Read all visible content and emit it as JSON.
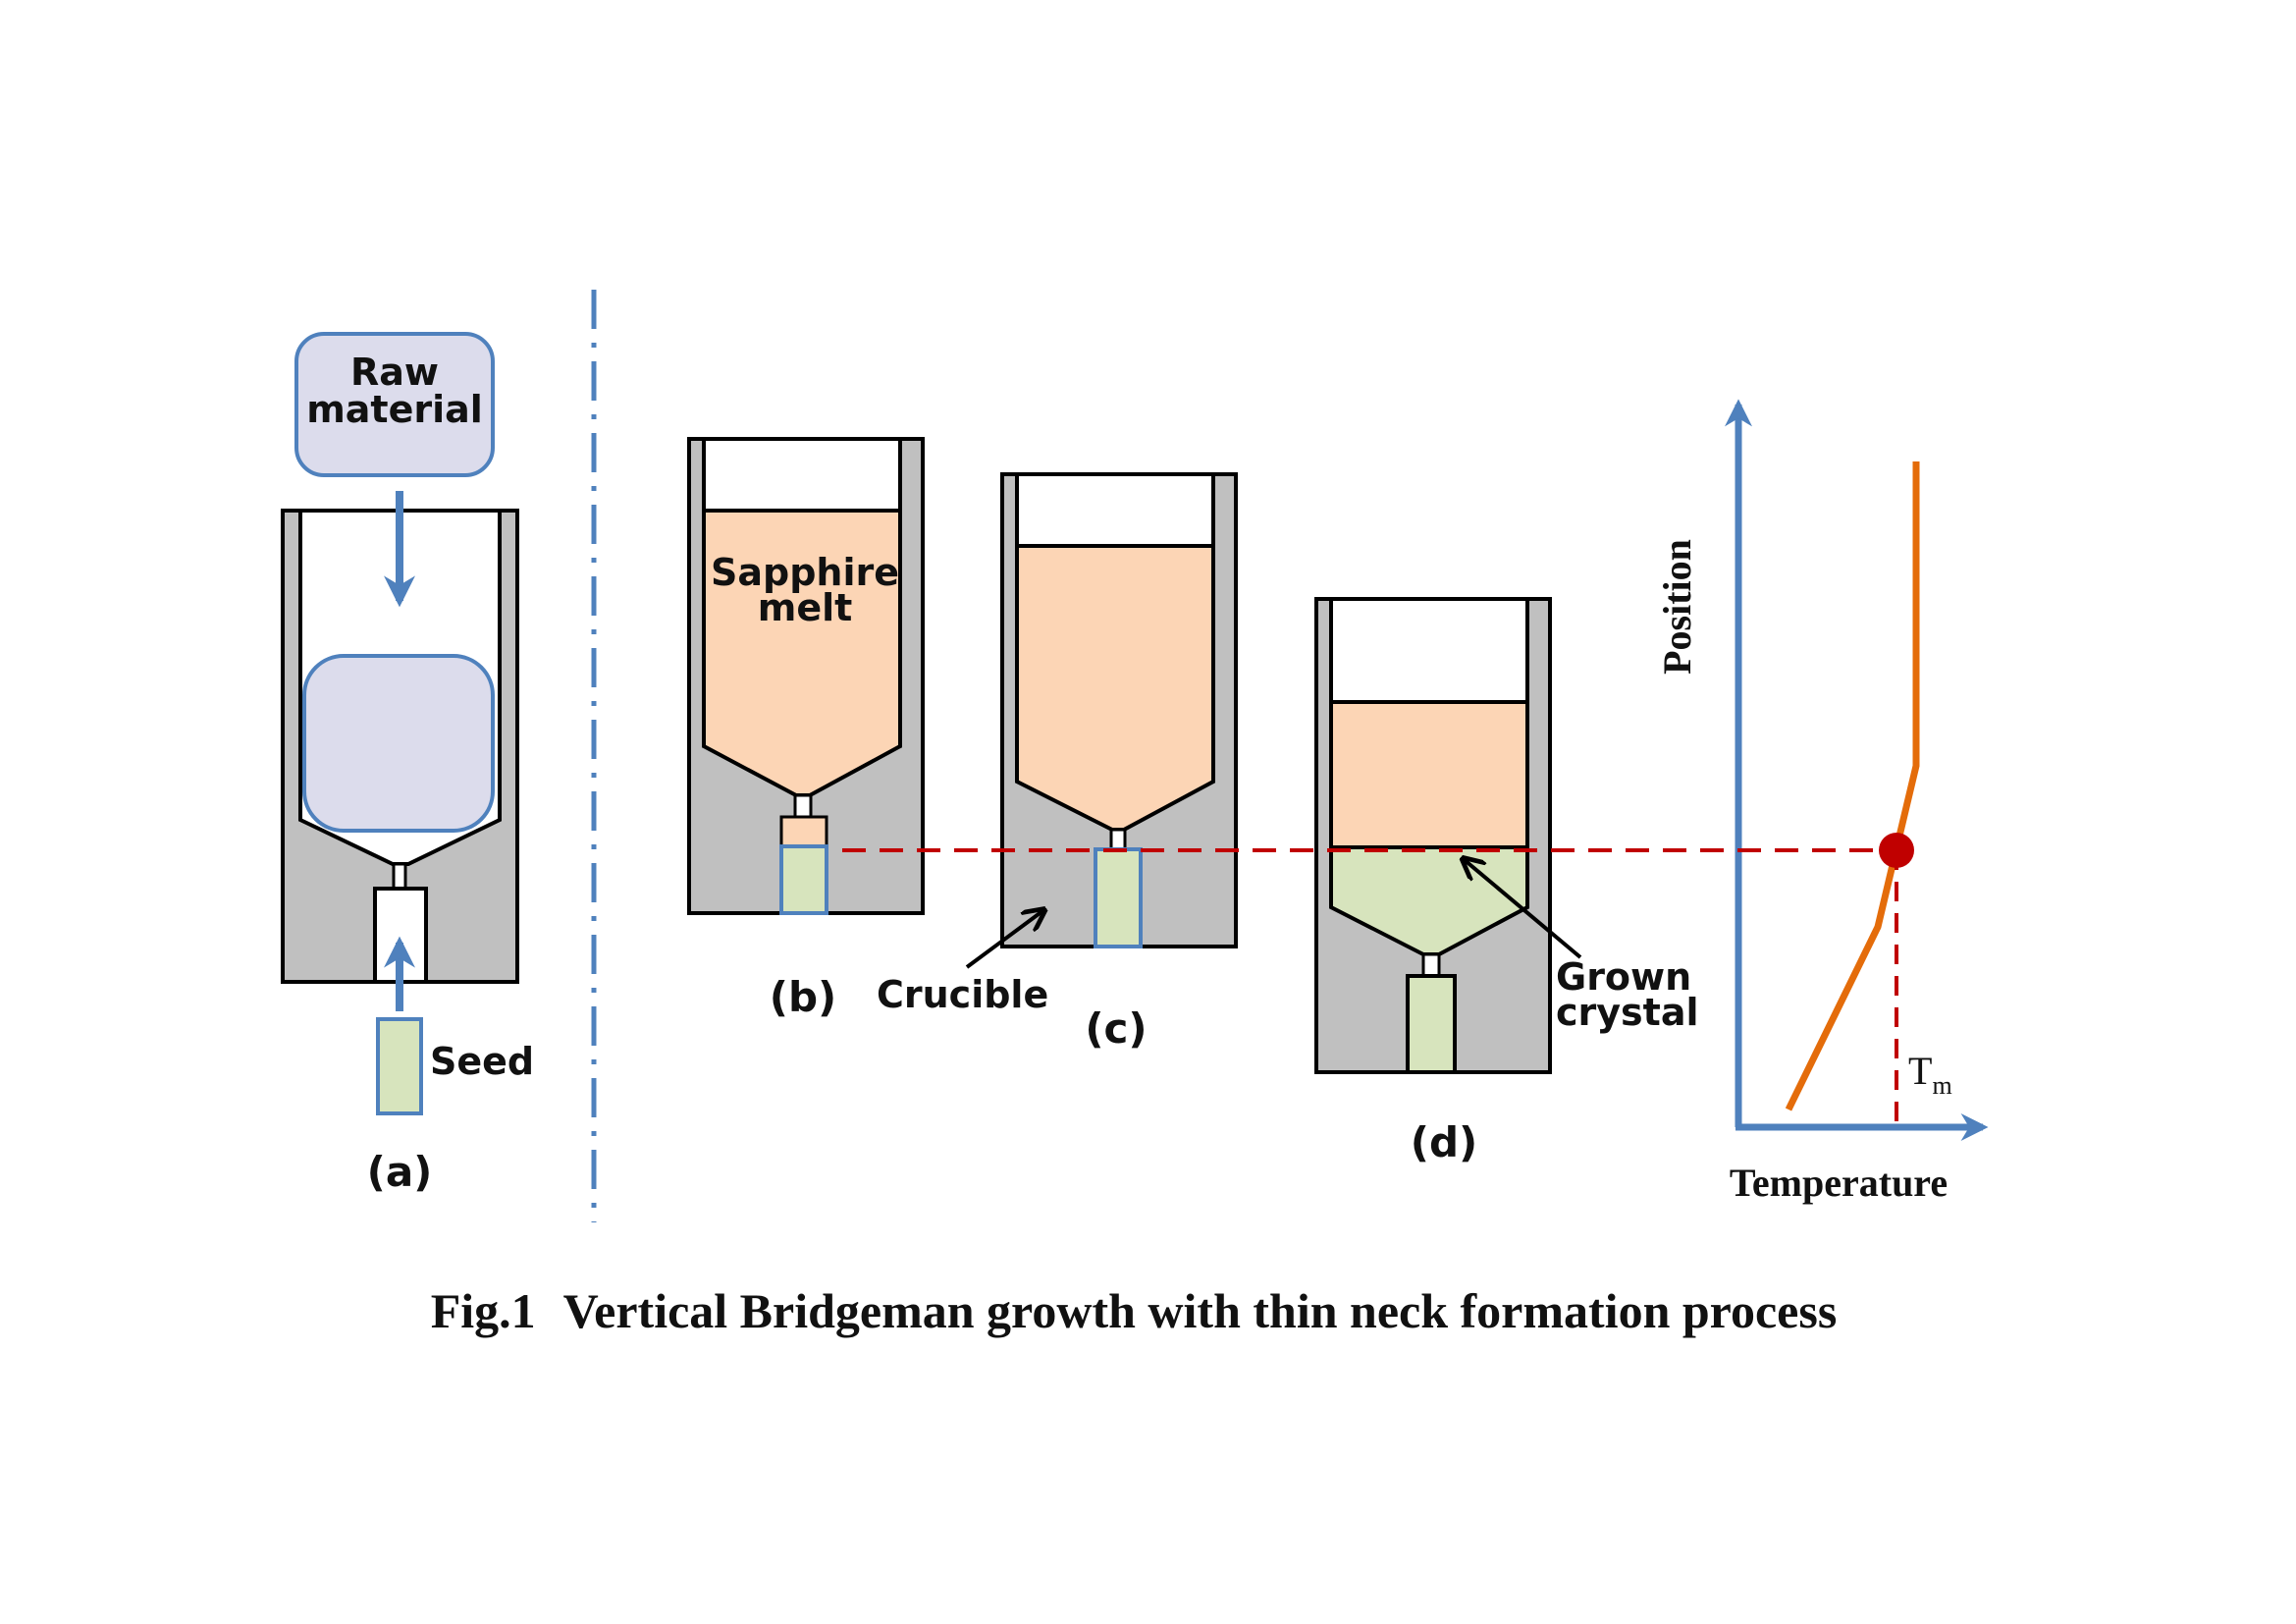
{
  "labels": {
    "raw_material_line1": "Raw",
    "raw_material_line2": "material",
    "seed": "Seed",
    "panel_a": "(a)",
    "sapphire_melt_line1": "Sapphire",
    "sapphire_melt_line2": "melt",
    "panel_b": "(b)",
    "crucible": "Crucible",
    "panel_c": "(c)",
    "grown_crystal_line1": "Grown",
    "grown_crystal_line2": "crystal",
    "panel_d": "(d)"
  },
  "graph": {
    "ylabel": "Position",
    "xlabel": "Temperature",
    "tm_main": "T",
    "tm_sub": "m"
  },
  "caption": {
    "fig_number": "Fig.1",
    "text": "Vertical Bridgeman growth with thin neck formation process"
  },
  "colors": {
    "furnace_gray": "#c0c0c0",
    "melt_peach": "#fcd5b5",
    "crystal_green": "#d7e4bd",
    "raw_lavender": "#dcdcec",
    "arrow_blue": "#4f81bd",
    "dash_red": "#c00000",
    "curve_orange": "#e46c0a",
    "point_red": "#c00000"
  }
}
